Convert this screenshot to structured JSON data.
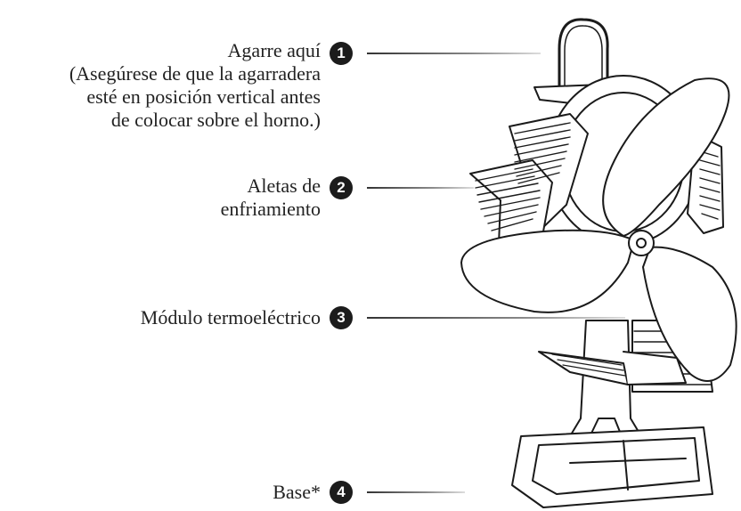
{
  "callouts": [
    {
      "number": "1",
      "lines": [
        "Agarre aquí",
        "(Asegúrese de que la agarradera",
        "esté en posición vertical antes",
        "de colocar sobre el horno.)"
      ]
    },
    {
      "number": "2",
      "lines": [
        "Aletas de",
        "enfriamiento"
      ]
    },
    {
      "number": "3",
      "lines": [
        "Módulo termoeléctrico"
      ]
    },
    {
      "number": "4",
      "lines": [
        "Base*"
      ]
    }
  ]
}
